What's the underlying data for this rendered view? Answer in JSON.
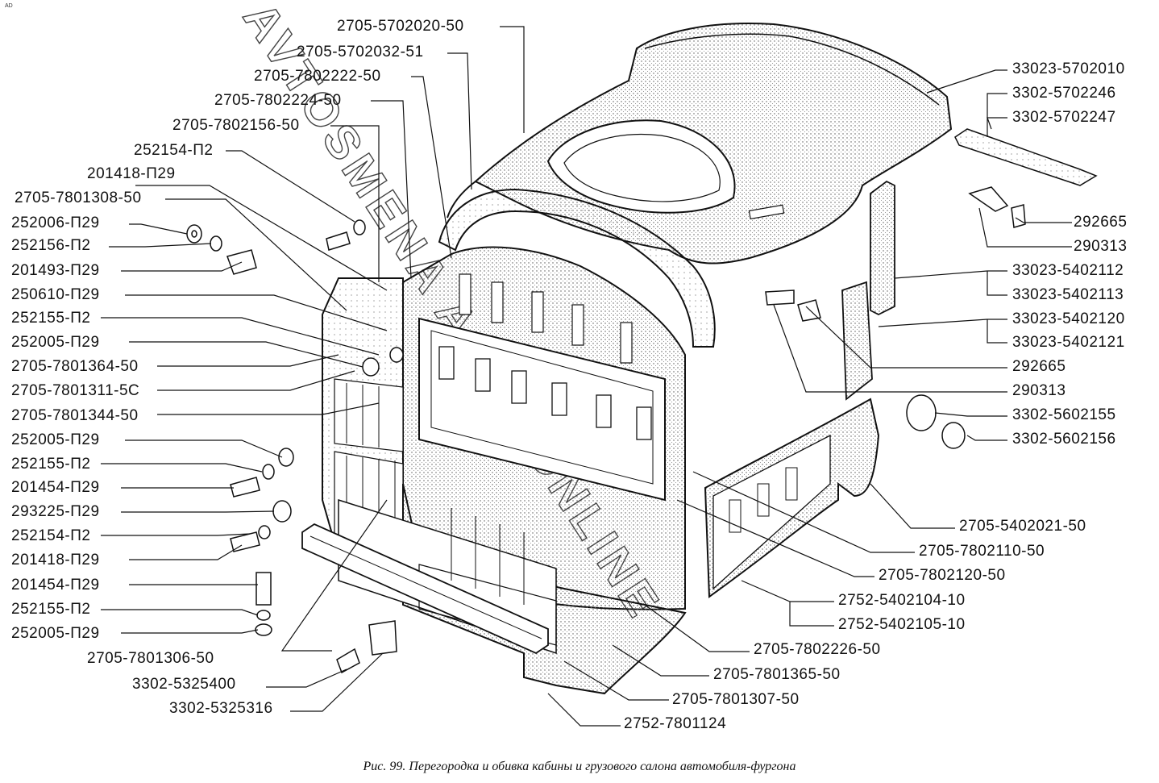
{
  "corner_mark": "AD",
  "watermark": "AVTOSMENA AGAT ONLINE",
  "caption": "Рис. 99. Перегородка и обивка кабины и грузового салона автомобиля-фургона",
  "labels_left": [
    "201418-П29",
    "2705-7801308-50",
    "252006-П29",
    "252156-П2",
    "201493-П29",
    "250610-П29",
    "252155-П2",
    "252005-П29",
    "2705-7801364-50",
    "2705-7801311-5С",
    "2705-7801344-50",
    "252005-П29",
    "252155-П2",
    "201454-П29",
    "293225-П29",
    "252154-П2",
    "201418-П29",
    "201454-П29",
    "252155-П2",
    "252005-П29"
  ],
  "labels_top": [
    "2705-5702020-50",
    "2705-5702032-51",
    "2705-7802222-50",
    "2705-7802224-50",
    "2705-7802156-50",
    "252154-П2"
  ],
  "labels_right": [
    "33023-5702010",
    "3302-5702246",
    "3302-5702247",
    "292665",
    "290313",
    "33023-5402112",
    "33023-5402113",
    "33023-5402120",
    "33023-5402121",
    "292665",
    "290313",
    "3302-5602155",
    "3302-5602156"
  ],
  "labels_bottom": [
    "2705-5402021-50",
    "2705-7802110-50",
    "2705-7802120-50",
    "2752-5402104-10",
    "2752-5402105-10",
    "2705-7802226-50",
    "2705-7801365-50",
    "2705-7801307-50",
    "2752-7801124",
    "2705-7801306-50",
    "3302-5325400",
    "3302-5325316"
  ]
}
